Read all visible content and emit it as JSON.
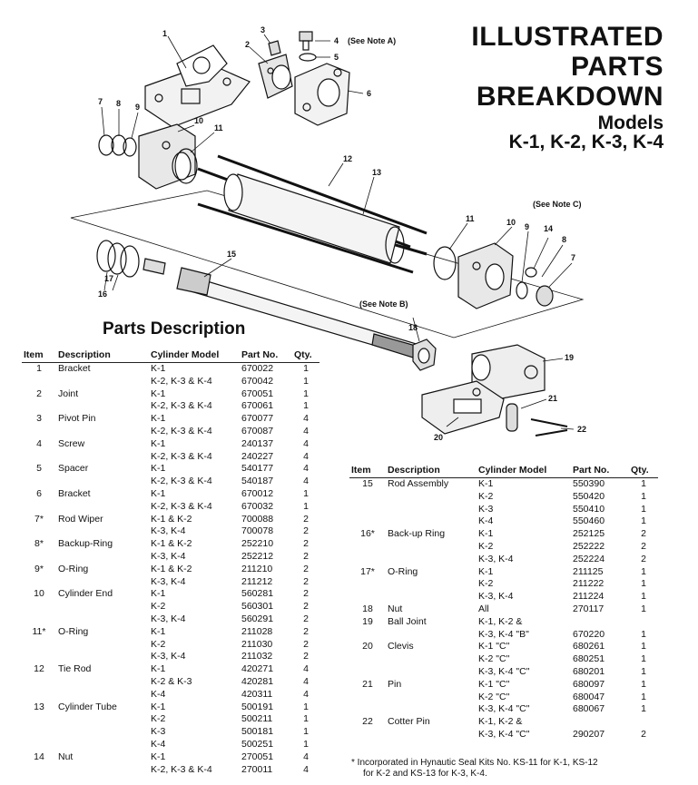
{
  "title": {
    "line1": "ILLUSTRATED",
    "line2": "PARTS",
    "line3": "BREAKDOWN",
    "line4": "Models",
    "line5": "K-1, K-2, K-3, K-4"
  },
  "callouts": {
    "n1": "1",
    "n2": "2",
    "n3": "3",
    "n4": "4",
    "n4_note": "(See Note A)",
    "n5": "5",
    "n6": "6",
    "n7a": "7",
    "n8a": "8",
    "n9a": "9",
    "n10a": "10",
    "n11a": "11",
    "n12": "12",
    "n13": "13",
    "n11b": "11",
    "n10b": "10",
    "n9b": "9",
    "n14": "14",
    "note_c": "(See Note C)",
    "n8b": "8",
    "n7b": "7",
    "n15": "15",
    "n17": "17",
    "n16": "16",
    "note_b": "(See Note B)",
    "n18": "18",
    "n19": "19",
    "n21": "21",
    "n22": "22",
    "n20": "20"
  },
  "parts_heading": "Parts Description",
  "headers": {
    "item": "Item",
    "description": "Description",
    "model": "Cylinder Model",
    "part": "Part No.",
    "qty": "Qty."
  },
  "left_rows": [
    [
      "1",
      "Bracket",
      "K-1",
      "670022",
      "1"
    ],
    [
      "",
      "",
      "K-2, K-3 & K-4",
      "670042",
      "1"
    ],
    [
      "2",
      "Joint",
      "K-1",
      "670051",
      "1"
    ],
    [
      "",
      "",
      "K-2, K-3 & K-4",
      "670061",
      "1"
    ],
    [
      "3",
      "Pivot Pin",
      "K-1",
      "670077",
      "4"
    ],
    [
      "",
      "",
      "K-2, K-3 & K-4",
      "670087",
      "4"
    ],
    [
      "4",
      "Screw",
      "K-1",
      "240137",
      "4"
    ],
    [
      "",
      "",
      "K-2, K-3 & K-4",
      "240227",
      "4"
    ],
    [
      "5",
      "Spacer",
      "K-1",
      "540177",
      "4"
    ],
    [
      "",
      "",
      "K-2, K-3 & K-4",
      "540187",
      "4"
    ],
    [
      "6",
      "Bracket",
      "K-1",
      "670012",
      "1"
    ],
    [
      "",
      "",
      "K-2, K-3 & K-4",
      "670032",
      "1"
    ],
    [
      "7*",
      "Rod Wiper",
      "K-1 & K-2",
      "700088",
      "2"
    ],
    [
      "",
      "",
      "K-3, K-4",
      "700078",
      "2"
    ],
    [
      "8*",
      "Backup-Ring",
      "K-1 & K-2",
      "252210",
      "2"
    ],
    [
      "",
      "",
      "K-3, K-4",
      "252212",
      "2"
    ],
    [
      "9*",
      "O-Ring",
      "K-1 & K-2",
      "211210",
      "2"
    ],
    [
      "",
      "",
      "K-3, K-4",
      "211212",
      "2"
    ],
    [
      "10",
      "Cylinder End",
      "K-1",
      "560281",
      "2"
    ],
    [
      "",
      "",
      "K-2",
      "560301",
      "2"
    ],
    [
      "",
      "",
      "K-3, K-4",
      "560291",
      "2"
    ],
    [
      "11*",
      "O-Ring",
      "K-1",
      "211028",
      "2"
    ],
    [
      "",
      "",
      "K-2",
      "211030",
      "2"
    ],
    [
      "",
      "",
      "K-3, K-4",
      "211032",
      "2"
    ],
    [
      "12",
      "Tie Rod",
      "K-1",
      "420271",
      "4"
    ],
    [
      "",
      "",
      "K-2 & K-3",
      "420281",
      "4"
    ],
    [
      "",
      "",
      "K-4",
      "420311",
      "4"
    ],
    [
      "13",
      "Cylinder Tube",
      "K-1",
      "500191",
      "1"
    ],
    [
      "",
      "",
      "K-2",
      "500211",
      "1"
    ],
    [
      "",
      "",
      "K-3",
      "500181",
      "1"
    ],
    [
      "",
      "",
      "K-4",
      "500251",
      "1"
    ],
    [
      "14",
      "Nut",
      "K-1",
      "270051",
      "4"
    ],
    [
      "",
      "",
      "K-2, K-3 & K-4",
      "270011",
      "4"
    ]
  ],
  "right_rows": [
    [
      "15",
      "Rod Assembly",
      "K-1",
      "550390",
      "1"
    ],
    [
      "",
      "",
      "K-2",
      "550420",
      "1"
    ],
    [
      "",
      "",
      "K-3",
      "550410",
      "1"
    ],
    [
      "",
      "",
      "K-4",
      "550460",
      "1"
    ],
    [
      "16*",
      "Back-up Ring",
      "K-1",
      "252125",
      "2"
    ],
    [
      "",
      "",
      "K-2",
      "252222",
      "2"
    ],
    [
      "",
      "",
      "K-3, K-4",
      "252224",
      "2"
    ],
    [
      "17*",
      "O-Ring",
      "K-1",
      "211125",
      "1"
    ],
    [
      "",
      "",
      "K-2",
      "211222",
      "1"
    ],
    [
      "",
      "",
      "K-3, K-4",
      "211224",
      "1"
    ],
    [
      "18",
      "Nut",
      "All",
      "270117",
      "1"
    ],
    [
      "19",
      "Ball Joint",
      "K-1, K-2 &",
      "",
      ""
    ],
    [
      "",
      "",
      "K-3, K-4 \"B\"",
      "670220",
      "1"
    ],
    [
      "20",
      "Clevis",
      "K-1 \"C\"",
      "680261",
      "1"
    ],
    [
      "",
      "",
      "K-2 \"C\"",
      "680251",
      "1"
    ],
    [
      "",
      "",
      "K-3, K-4 \"C\"",
      "680201",
      "1"
    ],
    [
      "21",
      "Pin",
      "K-1 \"C\"",
      "680097",
      "1"
    ],
    [
      "",
      "",
      "K-2 \"C\"",
      "680047",
      "1"
    ],
    [
      "",
      "",
      "K-3, K-4 \"C\"",
      "680067",
      "1"
    ],
    [
      "22",
      "Cotter Pin",
      "K-1, K-2 &",
      "",
      ""
    ],
    [
      "",
      "",
      "K-3, K-4 \"C\"",
      "290207",
      "2"
    ]
  ],
  "footnote_line1": "*  Incorporated in Hynautic Seal Kits No. KS-11 for K-1, KS-12",
  "footnote_line2": "for K-2 and KS-13 for K-3, K-4."
}
